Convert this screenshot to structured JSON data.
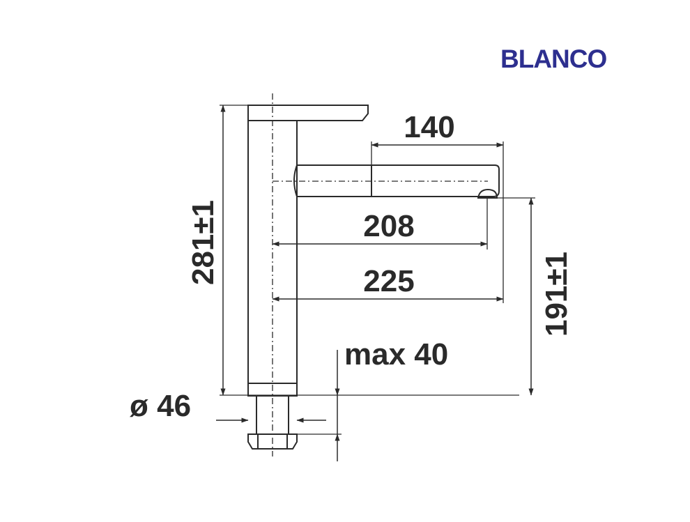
{
  "brand": {
    "logo_text": "BLANCO",
    "color": "#2d2f8f"
  },
  "dimensions": {
    "spout_length": "140",
    "outlet_reach": "208",
    "overall_reach": "225",
    "overall_height": "281±1",
    "outlet_height": "191±1",
    "max_thickness": "max 40",
    "base_diameter": "ø 46"
  },
  "colors": {
    "line": "#2a2a2a",
    "text": "#2a2a2a"
  }
}
